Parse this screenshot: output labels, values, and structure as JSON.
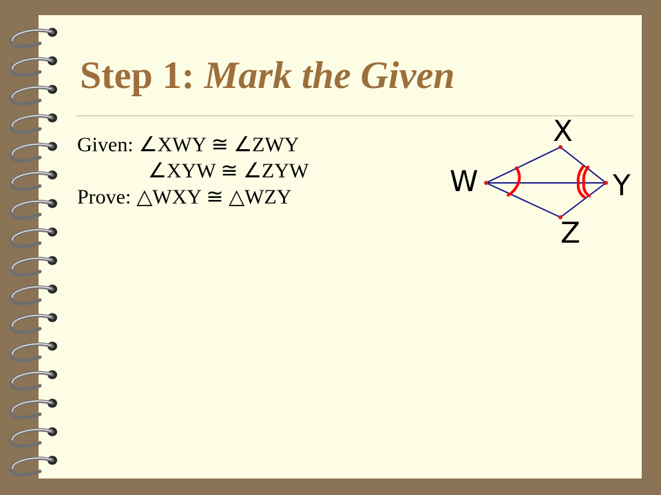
{
  "slide": {
    "title_prefix": "Step 1:",
    "title_italic": "Mark the Given"
  },
  "statements": {
    "given_label": "Given:",
    "given_1": "∠XWY ≅ ∠ZWY",
    "given_2": "∠XYW ≅ ∠ZYW",
    "prove_label": "Prove:",
    "prove": "△WXY ≅ △WZY"
  },
  "diagram": {
    "vertex_labels": {
      "x": "X",
      "w": "W",
      "y": "Y",
      "z": "Z"
    },
    "colors": {
      "segment": "#1a1a8c",
      "arc_mark": "#ff0000",
      "vertex_dot": "#d42020"
    }
  },
  "colors": {
    "title": "#9c6f3c",
    "paper": "#fdfde6",
    "background": "#8b7355"
  }
}
